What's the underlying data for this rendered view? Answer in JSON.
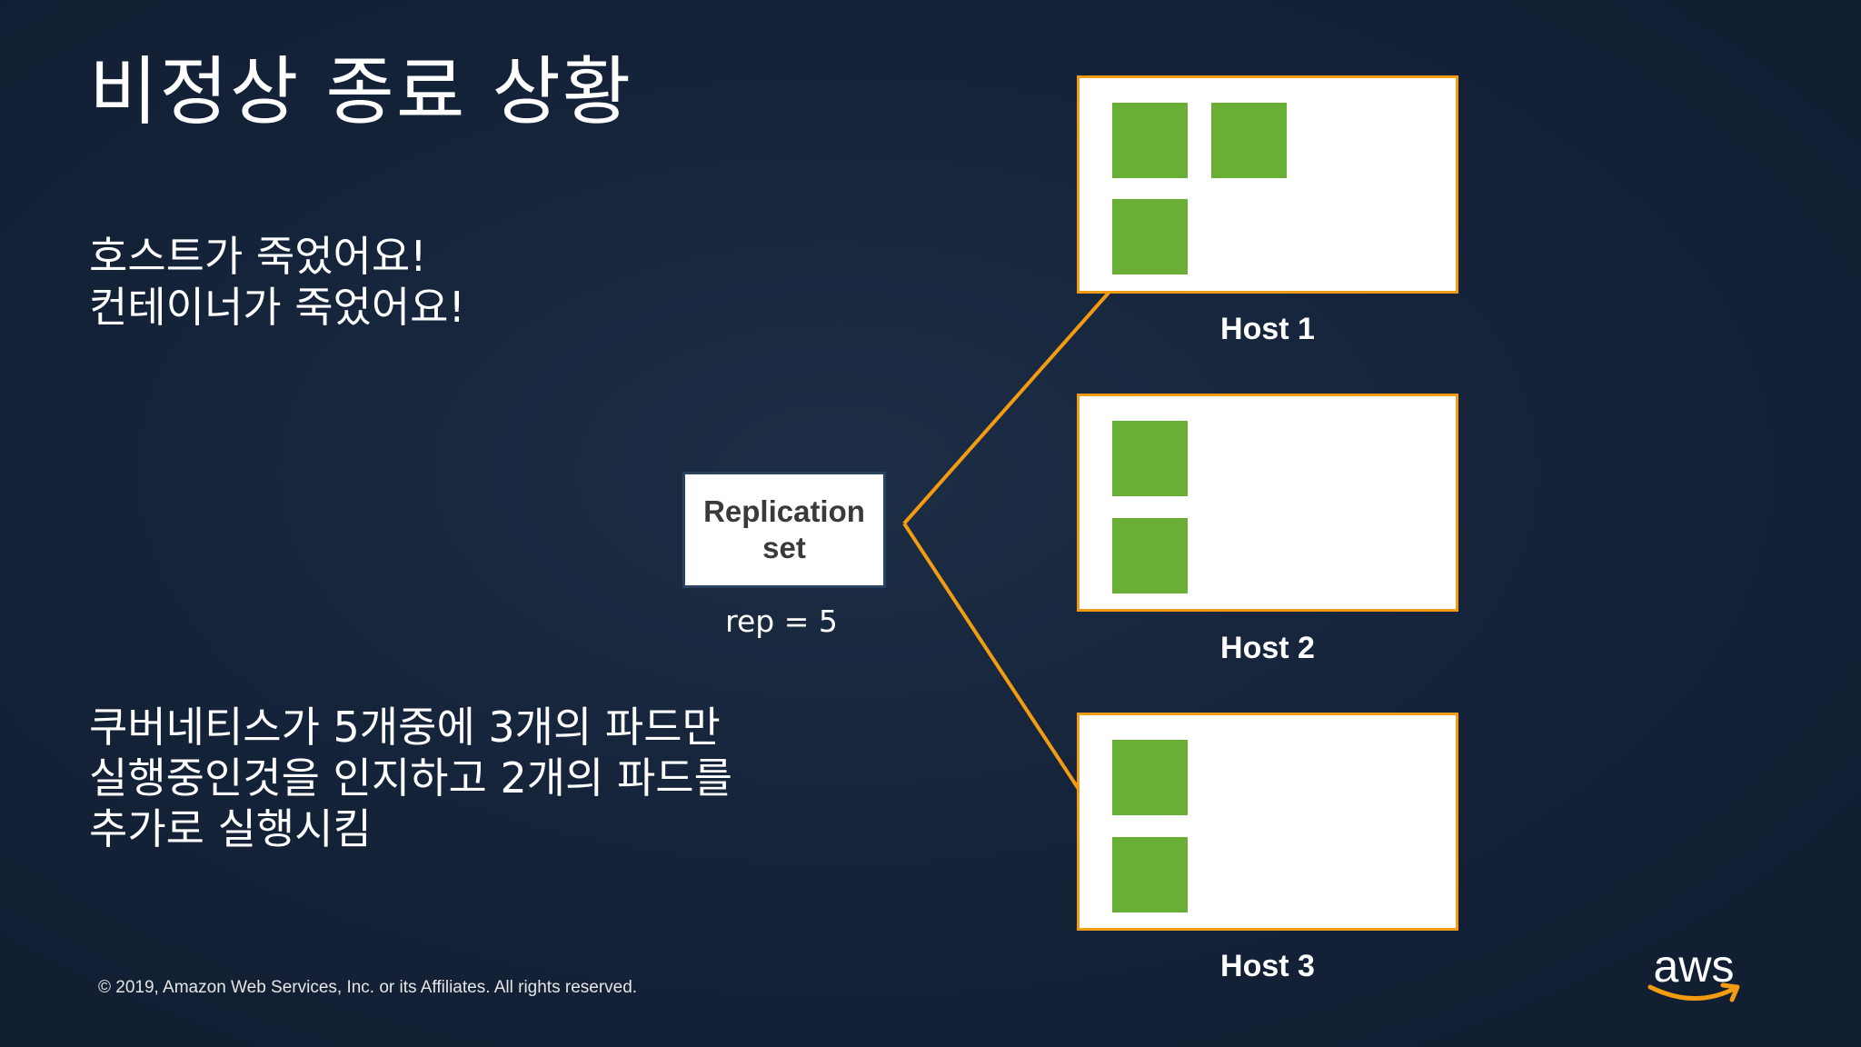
{
  "title": "비정상 종료 상황",
  "status_lines": [
    "호스트가 죽었어요!",
    "컨테이너가 죽었어요!"
  ],
  "recovery_lines": [
    "쿠버네티스가 5개중에 3개의 파드만",
    "실행중인것을 인지하고 2개의 파드를",
    "추가로 실행시킴"
  ],
  "replication_set": {
    "label_line1": "Replication",
    "label_line2": "set",
    "rep_text": "rep = 5",
    "replicas": 5
  },
  "hosts": [
    {
      "label": "Host 1",
      "pod_count": 3
    },
    {
      "label": "Host 2",
      "pod_count": 2
    },
    {
      "label": "Host 3",
      "pod_count": 2
    }
  ],
  "colors": {
    "background": "#152338",
    "pod": "#6aaf35",
    "host_border": "#f39c12",
    "arrow": "#f39c12",
    "aws_smile": "#f39c12"
  },
  "footer": {
    "copyright": "© 2019, Amazon Web Services, Inc. or its Affiliates. All rights reserved."
  },
  "logo": {
    "text": "aws",
    "icon": "aws-smile-arrow-icon"
  }
}
